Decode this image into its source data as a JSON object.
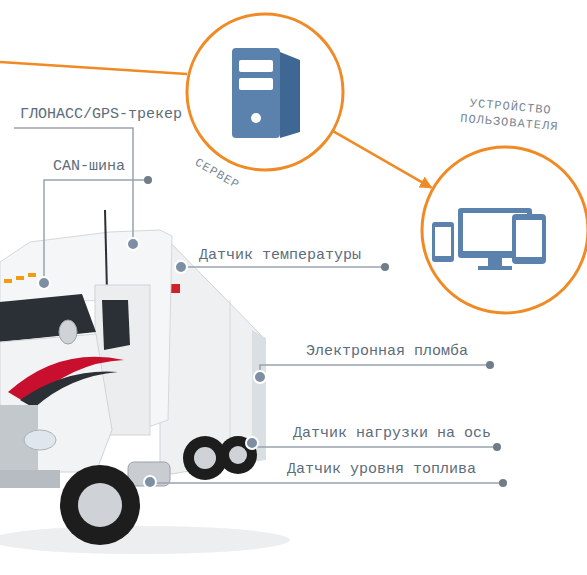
{
  "diagram": {
    "nodes": [
      {
        "text": [
          "СЕРВЕР"
        ]
      },
      {
        "text": [
          "УСТРОЙСТВО ПОЛЬЗОВАТЕЛЯ"
        ]
      }
    ],
    "edges": [
      {
        "from": 0,
        "to": 1,
        "arrow": "to"
      }
    ],
    "labels": [
      "ГЛОНАСС/GPS-трекер",
      "CAN-шина",
      "Датчик температуры",
      "Электронная пломба",
      "Датчик нагрузки на ось",
      "Датчик уровня топлива"
    ]
  }
}
